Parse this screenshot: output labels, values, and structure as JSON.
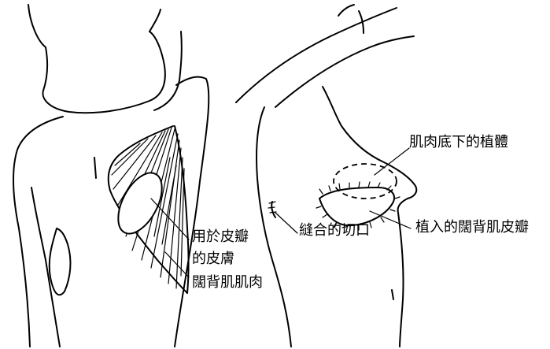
{
  "figure": {
    "labels": {
      "flap_for_skin": "用於皮瓣",
      "flap_skin_line2": "的皮膚",
      "latissimus_muscle": "闊背肌肌肉",
      "suture_incision": "縫合的切口",
      "implant_under_muscle": "肌肉底下的植體",
      "implanted_flap": "植入的闊背肌皮瓣"
    }
  }
}
